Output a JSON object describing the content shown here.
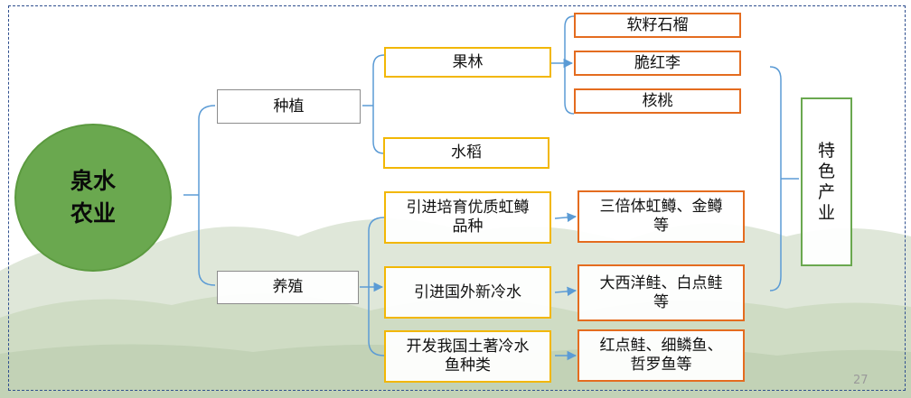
{
  "root": {
    "line1": "泉水",
    "line2": "农业"
  },
  "level1": {
    "planting": "种植",
    "breeding": "养殖"
  },
  "planting_children": {
    "orchard": "果林",
    "rice": "水稻"
  },
  "orchard_items": [
    "软籽石榴",
    "脆红李",
    "核桃"
  ],
  "breeding_children": [
    {
      "line1": "引进培育优质虹鳟",
      "line2": "品种"
    },
    {
      "line1": "引进国外新冷水",
      "line2": ""
    },
    {
      "line1": "开发我国土著冷水",
      "line2": "鱼种类"
    }
  ],
  "breeding_results": [
    {
      "line1": "三倍体虹鳟、金鳟",
      "line2": "等"
    },
    {
      "line1": "大西洋鲑、白点鲑",
      "line2": "等"
    },
    {
      "line1": "红点鲑、细鳞鱼、",
      "line2": "哲罗鱼等"
    }
  ],
  "summary": [
    "特",
    "色",
    "产",
    "业"
  ],
  "page_number": "27",
  "colors": {
    "root": "#6aa84f",
    "gray_border": "#8c8c8c",
    "yellow_border": "#f2b705",
    "orange_border": "#e46c1f",
    "green_border": "#6aa84f",
    "connector": "#5b9bd5",
    "frame": "#2f4f8f"
  }
}
